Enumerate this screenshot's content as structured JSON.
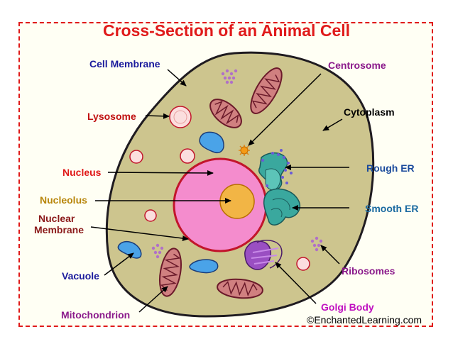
{
  "title": "Cross-Section of an Animal Cell",
  "credit": "©EnchantedLearning.com",
  "colors": {
    "frame_border": "#e01a1a",
    "title": "#e01a1a",
    "cytoplasm": "#cdc58e",
    "cell_outline": "#1f1b20",
    "nucleus": "#f48ccd",
    "nucleus_outline": "#c2152b",
    "nucleolus": "#f2b545",
    "mitochondria": "#d08080",
    "vacuole": "#4aa3e8",
    "er": "#3aa89e",
    "golgi": "#9a4fc2",
    "lysosome": "#fbdede",
    "centrosome": "#f59a15"
  },
  "labels": {
    "cell_membrane": {
      "text": "Cell Membrane",
      "color": "#1a1a9c"
    },
    "lysosome": {
      "text": "Lysosome",
      "color": "#c01010"
    },
    "nucleus": {
      "text": "Nucleus",
      "color": "#e01a1a"
    },
    "nucleolus": {
      "text": "Nucleolus",
      "color": "#b8860b"
    },
    "nuclear_membrane_1": {
      "text": "Nuclear",
      "color": "#8b1a1a"
    },
    "nuclear_membrane_2": {
      "text": "Membrane",
      "color": "#8b1a1a"
    },
    "vacuole": {
      "text": "Vacuole",
      "color": "#1a1a9c"
    },
    "mitochondrion": {
      "text": "Mitochondrion",
      "color": "#8b1a8b"
    },
    "centrosome": {
      "text": "Centrosome",
      "color": "#8b1a8b"
    },
    "cytoplasm": {
      "text": "Cytoplasm",
      "color": "#000000"
    },
    "rough_er": {
      "text": "Rough ER",
      "color": "#1a4a9c"
    },
    "smooth_er": {
      "text": "Smooth ER",
      "color": "#1a6aa0"
    },
    "ribosomes": {
      "text": "Ribosomes",
      "color": "#8b1a8b"
    },
    "golgi_body": {
      "text": "Golgi Body",
      "color": "#c010c0"
    }
  }
}
